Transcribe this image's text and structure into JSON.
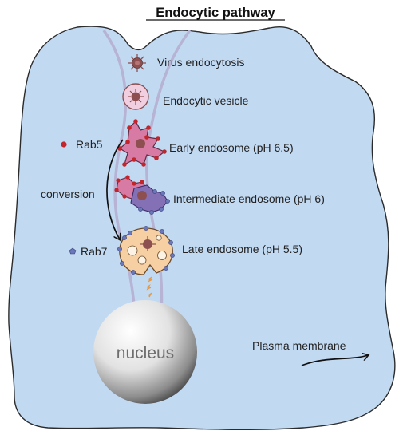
{
  "title": "Endocytic pathway",
  "labels": {
    "virus_endocytosis": "Virus endocytosis",
    "endocytic_vesicle": "Endocytic vesicle",
    "early_endosome": "Early endosome (pH 6.5)",
    "intermediate_endosome": "Intermediate endosome (pH 6)",
    "late_endosome": "Late endosome (pH 5.5)",
    "rab5": "Rab5",
    "rab7": "Rab7",
    "conversion": "conversion",
    "nucleus": "nucleus",
    "plasma_membrane": "Plasma membrane"
  },
  "colors": {
    "cell_fill": "#c2d9f2",
    "cell_stroke": "#2b2b2b",
    "rab5_red": "#c0262c",
    "rab7_blue": "#6a77b8",
    "early_endosome_pink": "#d77aa4",
    "intermediate_purple": "#8470b5",
    "late_endosome_peach": "#f6cfa3",
    "virus_brown": "#8d4f4f",
    "microtubule": "#b6b3d4"
  }
}
